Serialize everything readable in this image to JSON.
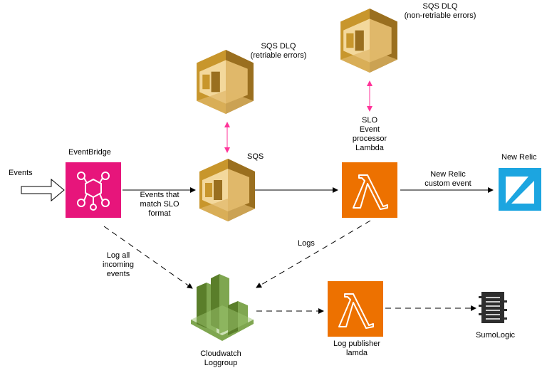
{
  "labels": {
    "events": "Events",
    "eventbridge": "EventBridge",
    "sqs": "SQS",
    "sqs_dlq_retriable_line1": "SQS DLQ",
    "sqs_dlq_retriable_line2": "(retriable errors)",
    "sqs_dlq_nonretriable_line1": "SQS DLQ",
    "sqs_dlq_nonretriable_line2": "(non-retriable errors)",
    "slo_lambda_line1": "SLO",
    "slo_lambda_line2": "Event",
    "slo_lambda_line3": "processor",
    "slo_lambda_line4": "Lambda",
    "new_relic": "New Relic",
    "edge_match_line1": "Events that",
    "edge_match_line2": "match SLO",
    "edge_match_line3": "format",
    "edge_custom_line1": "New Relic",
    "edge_custom_line2": "custom event",
    "edge_log_all_line1": "Log all",
    "edge_log_all_line2": "incoming",
    "edge_log_all_line3": "events",
    "edge_logs": "Logs",
    "cloudwatch_line1": "Cloudwatch",
    "cloudwatch_line2": "Loggroup",
    "log_publisher_line1": "Log publisher",
    "log_publisher_line2": "lamda",
    "sumologic": "SumoLogic"
  },
  "icons": {
    "eventbridge": "eventbridge-icon",
    "sqs": "sqs-icon",
    "sqs_dlq_retriable": "sqs-icon",
    "sqs_dlq_nonretriable": "sqs-icon",
    "lambda": "lambda-icon",
    "new_relic": "new-relic-icon",
    "cloudwatch": "cloudwatch-icon",
    "sumologic": "sumologic-icon"
  },
  "colors": {
    "eventbridge": "#e7157b",
    "sqs_dark": "#9a6f1f",
    "sqs_mid": "#c8962c",
    "sqs_light": "#e0b86a",
    "lambda": "#ed7100",
    "new_relic": "#1ca5e0",
    "cloudwatch_dark": "#5a7e2a",
    "cloudwatch_light": "#7fa650",
    "dlq_link": "#ff3399"
  }
}
